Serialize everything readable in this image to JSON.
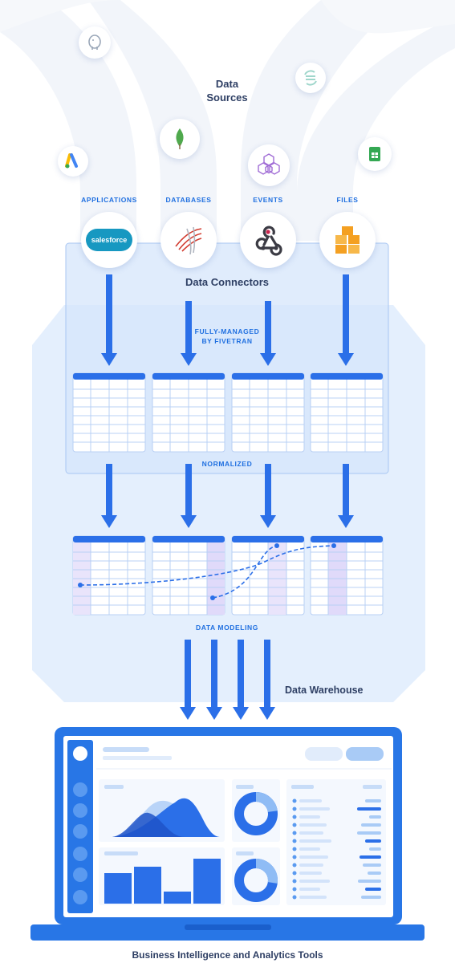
{
  "title": {
    "line1": "Data",
    "line2": "Sources"
  },
  "sources": [
    {
      "label": "APPLICATIONS",
      "icon": "salesforce-logo-icon",
      "logo_text": "salesforce"
    },
    {
      "label": "DATABASES",
      "icon": "sql-server-logo-icon"
    },
    {
      "label": "EVENTS",
      "icon": "webhook-icon"
    },
    {
      "label": "FILES",
      "icon": "aws-cubes-icon"
    }
  ],
  "floating_icons": [
    "google-ads-icon",
    "postgresql-icon",
    "mongodb-leaf-icon",
    "hexagon-cluster-icon",
    "segment-icon",
    "google-sheets-icon"
  ],
  "data_connectors": "Data Connectors",
  "fully_managed": {
    "line1": "FULLY-MANAGED",
    "line2": "BY FIVETRAN"
  },
  "normalized": "NORMALIZED",
  "data_modeling": "DATA MODELING",
  "data_warehouse": "Data Warehouse",
  "bi_tools": "Business Intelligence and Analytics Tools",
  "colors": {
    "accent": "#1f6fe0",
    "arrow": "#2b6fe8",
    "panel": "#e3eefc",
    "dark_text": "#2e3f64",
    "laptop": "#2876e6"
  }
}
